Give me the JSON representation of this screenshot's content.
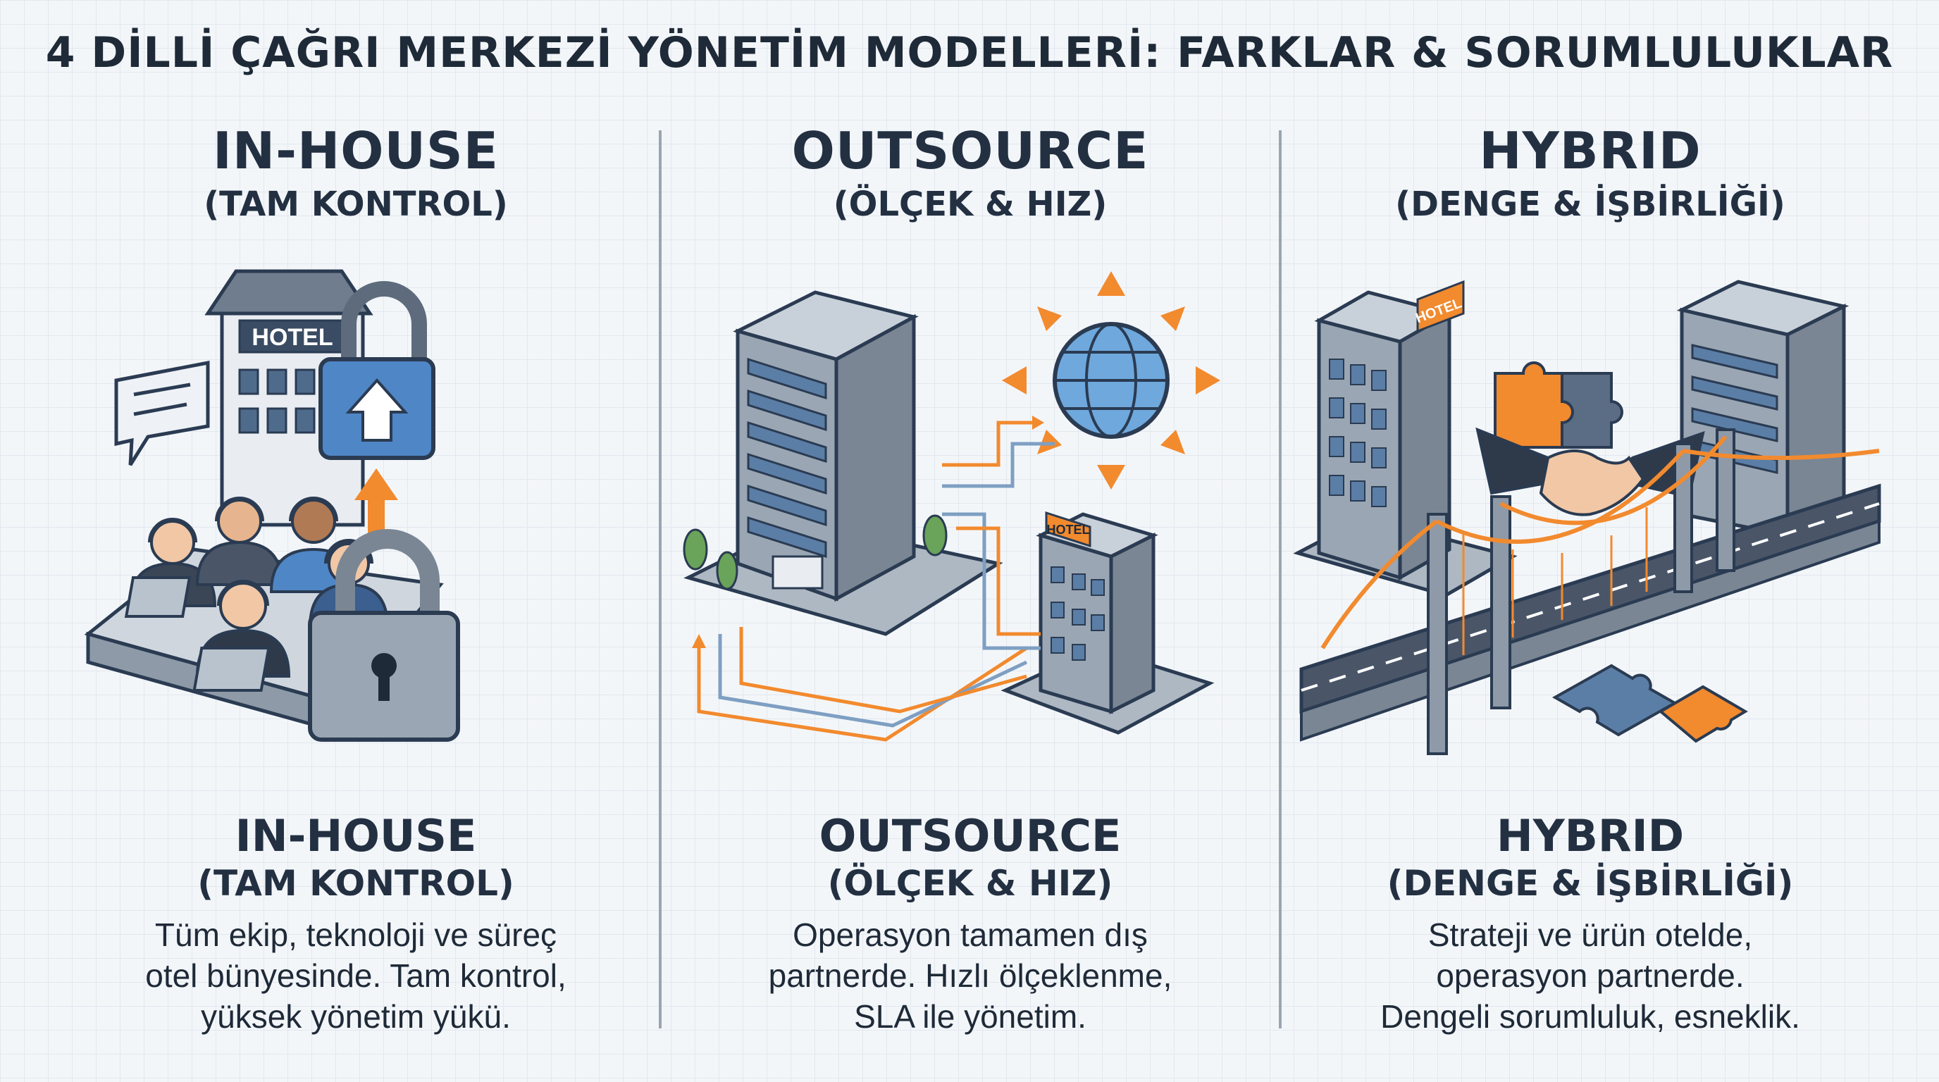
{
  "title": "4 DİLLİ ÇAĞRI MERKEZİ YÖNETİM MODELLERİ: FARKLAR & SORUMLULUKLAR",
  "colors": {
    "navy": "#2a3b52",
    "steel": "#5d6b7c",
    "accent_orange": "#f28a2e",
    "accent_blue": "#4f86c6",
    "background": "#f3f6f9"
  },
  "columns": [
    {
      "id": "in-house",
      "heading": "IN-HOUSE",
      "subheading": "(TAM KONTROL)",
      "bottom_heading": "IN-HOUSE",
      "bottom_subheading": "(TAM KONTROL)",
      "description": [
        "Tüm ekip, teknoloji ve süreç",
        "otel bünyesinde. Tam kontrol,",
        "yüksek yönetim yükü."
      ],
      "illustration": {
        "building_sign": "HOTEL",
        "icons": [
          "hotel-building-icon",
          "chat-bubble-icon",
          "call-center-agents-icon",
          "padlock-icon",
          "arrow-up-icon"
        ]
      }
    },
    {
      "id": "outsource",
      "heading": "OUTSOURCE",
      "subheading": "(ÖLÇEK & HIZ)",
      "bottom_heading": "OUTSOURCE",
      "bottom_subheading": "(ÖLÇEK & HIZ)",
      "description": [
        "Operasyon tamamen dış",
        "partnerde. Hızlı ölçeklenme,",
        "SLA ile yönetim."
      ],
      "illustration": {
        "building_sign": "HOTEL",
        "icons": [
          "office-tower-icon",
          "hotel-building-icon",
          "globe-icon",
          "data-flow-arrows-icon"
        ]
      }
    },
    {
      "id": "hybrid",
      "heading": "HYBRID",
      "subheading": "(DENGE & İŞBİRLİĞİ)",
      "bottom_heading": "HYBRID",
      "bottom_subheading": "(DENGE & İŞBİRLİĞİ)",
      "description": [
        "Strateji ve ürün otelde,",
        "operasyon partnerde.",
        "Dengeli sorumluluk, esneklik."
      ],
      "illustration": {
        "building_sign": "HOTEL",
        "icons": [
          "hotel-building-icon",
          "office-tower-icon",
          "handshake-icon",
          "bridge-icon",
          "puzzle-piece-icon"
        ]
      }
    }
  ]
}
